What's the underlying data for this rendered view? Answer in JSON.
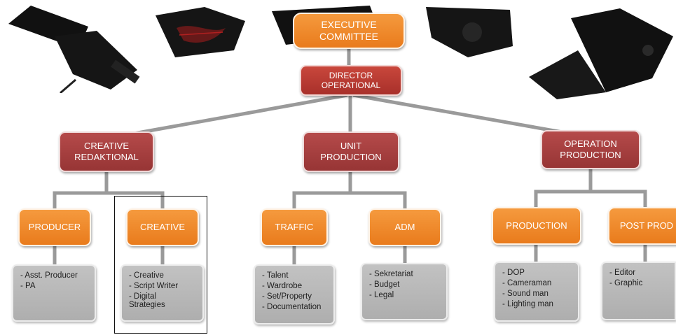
{
  "colors": {
    "orange_box": "#ef8a2c",
    "red_box": "#b83c33",
    "maroon_box": "#a63f3f",
    "gray_box": "#b8b8b8",
    "connector": "#9a9a9a"
  },
  "icons": [
    "stage-spotlight-icon"
  ],
  "executive_committee": "EXECUTIVE\nCOMMITTEE",
  "director_operational": "DIRECTOR\nOPERATIONAL",
  "divisions": [
    {
      "label": "CREATIVE\nREDAKTIONAL"
    },
    {
      "label": "UNIT\nPRODUCTION"
    },
    {
      "label": "OPERATION\nPRODUCTION"
    }
  ],
  "units": [
    {
      "label": "PRODUCER",
      "items": [
        "Asst. Producer",
        "PA"
      ]
    },
    {
      "label": "CREATIVE",
      "items": [
        "Creative",
        "Script Writer",
        "Digital\nStrategies"
      ]
    },
    {
      "label": "TRAFFIC",
      "items": [
        "Talent",
        "Wardrobe",
        "Set/Property",
        "Documentation"
      ]
    },
    {
      "label": "ADM",
      "items": [
        "Sekretariat",
        "Budget",
        "Legal"
      ]
    },
    {
      "label": "PRODUCTION",
      "items": [
        "DOP",
        "Cameraman",
        "Sound man",
        "Lighting man"
      ]
    },
    {
      "label": "POST PROD",
      "items": [
        "Editor",
        "Graphic"
      ]
    }
  ]
}
